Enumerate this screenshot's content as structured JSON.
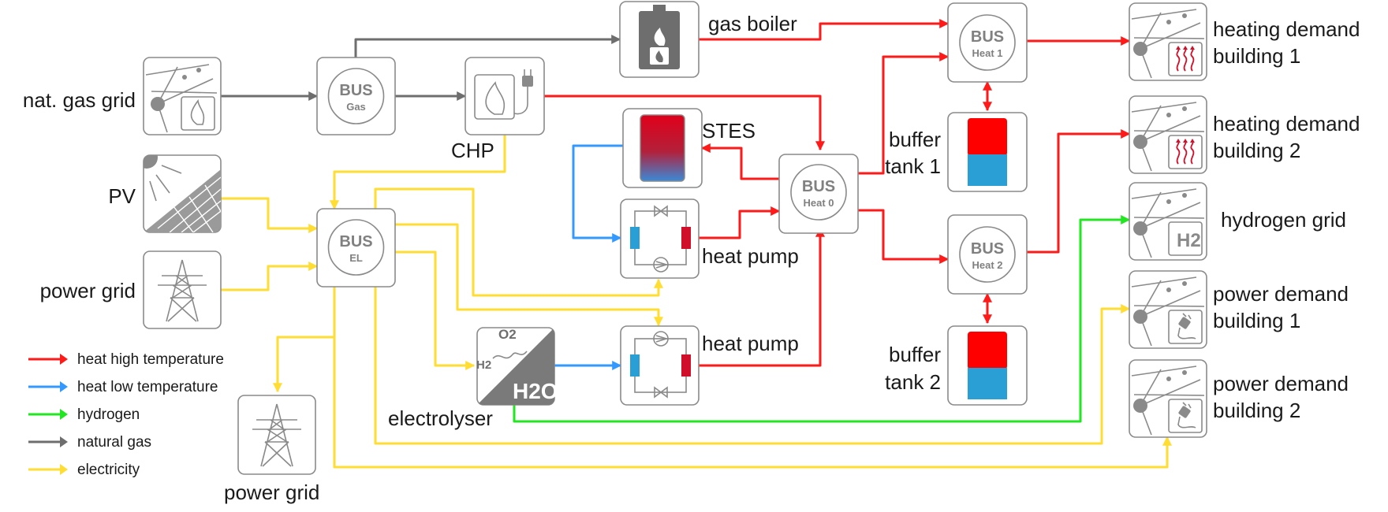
{
  "nodes": {
    "nat_gas_grid": "nat. gas grid",
    "pv": "PV",
    "power_grid_in": "power grid",
    "power_grid_out": "power grid",
    "chp": "CHP",
    "gas_boiler": "gas boiler",
    "stes": "STES",
    "heat_pump_1": "heat pump",
    "heat_pump_2": "heat pump",
    "electrolyser": "electrolyser",
    "buffer_tank_1": [
      "buffer",
      "tank 1"
    ],
    "buffer_tank_2": [
      "buffer",
      "tank 2"
    ],
    "heating_demand_1": [
      "heating demand",
      "building 1"
    ],
    "heating_demand_2": [
      "heating demand",
      "building 2"
    ],
    "hydrogen_grid": "hydrogen grid",
    "power_demand_1": [
      "power demand",
      "building 1"
    ],
    "power_demand_2": [
      "power demand",
      "building 2"
    ]
  },
  "buses": {
    "gas": {
      "title": "BUS",
      "sub": "Gas"
    },
    "el": {
      "title": "BUS",
      "sub": "EL"
    },
    "heat0": {
      "title": "BUS",
      "sub": "Heat 0"
    },
    "heat1": {
      "title": "BUS",
      "sub": "Heat 1"
    },
    "heat2": {
      "title": "BUS",
      "sub": "Heat 2"
    }
  },
  "icon_text": {
    "electrolyser_h2": "H2",
    "electrolyser_o2": "O2",
    "electrolyser_h2o": "H2O",
    "hydrogen_grid_h2": "H2"
  },
  "legend": [
    {
      "label": "heat high temperature",
      "color": "#ff1a1a"
    },
    {
      "label": "heat low temperature",
      "color": "#3399ff"
    },
    {
      "label": "hydrogen",
      "color": "#22e622"
    },
    {
      "label": "natural gas",
      "color": "#6e6e6e"
    },
    {
      "label": "electricity",
      "color": "#ffdd33"
    }
  ],
  "colors": {
    "heat_high": "#ff1a1a",
    "heat_low": "#3399ff",
    "hydrogen": "#22e622",
    "natural_gas": "#6e6e6e",
    "electricity": "#ffdd33",
    "tank_hot": "#ff0000",
    "tank_cold": "#2a9fd6"
  }
}
